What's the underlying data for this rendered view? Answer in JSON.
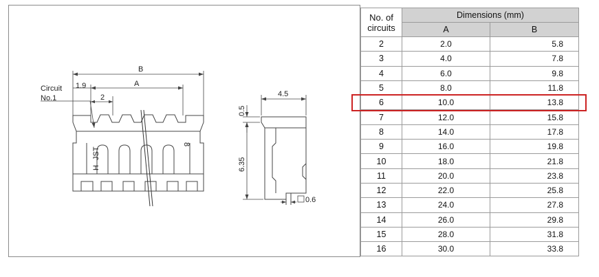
{
  "drawing": {
    "label_b": "B",
    "label_a": "A",
    "label_circuit": "Circuit",
    "label_no1": "No.1",
    "label_1_9": "1.9",
    "label_2": "2",
    "label_4_5": "4.5",
    "label_0_5": "0.5",
    "label_6_35": "6.35",
    "label_0_6": "0.6",
    "label_jst": "JST",
    "label_h": "H",
    "label_8": "8"
  },
  "table": {
    "header_circuits": "No. of circuits",
    "header_dimensions": "Dimensions (mm)",
    "header_a": "A",
    "header_b": "B",
    "rows": [
      {
        "n": "2",
        "a": "2.0",
        "b": "5.8"
      },
      {
        "n": "3",
        "a": "4.0",
        "b": "7.8"
      },
      {
        "n": "4",
        "a": "6.0",
        "b": "9.8"
      },
      {
        "n": "5",
        "a": "8.0",
        "b": "11.8"
      },
      {
        "n": "6",
        "a": "10.0",
        "b": "13.8"
      },
      {
        "n": "7",
        "a": "12.0",
        "b": "15.8"
      },
      {
        "n": "8",
        "a": "14.0",
        "b": "17.8"
      },
      {
        "n": "9",
        "a": "16.0",
        "b": "19.8"
      },
      {
        "n": "10",
        "a": "18.0",
        "b": "21.8"
      },
      {
        "n": "11",
        "a": "20.0",
        "b": "23.8"
      },
      {
        "n": "12",
        "a": "22.0",
        "b": "25.8"
      },
      {
        "n": "13",
        "a": "24.0",
        "b": "27.8"
      },
      {
        "n": "14",
        "a": "26.0",
        "b": "29.8"
      },
      {
        "n": "15",
        "a": "28.0",
        "b": "31.8"
      },
      {
        "n": "16",
        "a": "30.0",
        "b": "33.8"
      }
    ],
    "highlight_row": "6",
    "highlight_color": "#cc2222"
  }
}
